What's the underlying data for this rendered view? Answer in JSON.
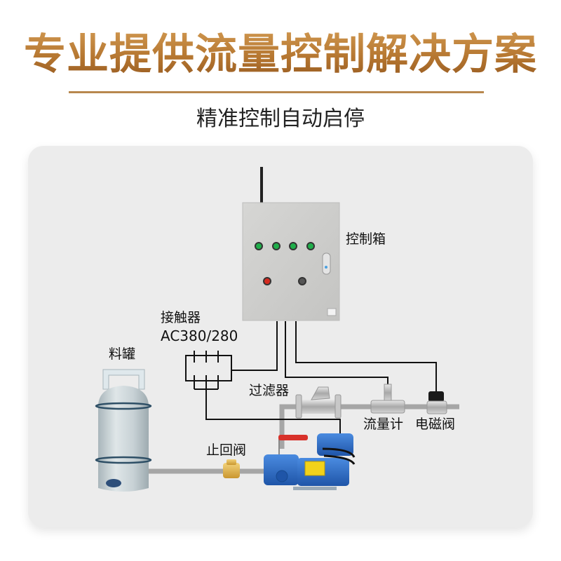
{
  "header": {
    "title": "专业提供流量控制解决方案",
    "subtitle": "精准控制自动启停"
  },
  "diagram": {
    "components": {
      "control_box": "控制箱",
      "contactor": "接触器",
      "contactor_spec": "AC380/280",
      "tank": "料罐",
      "filter": "过滤器",
      "flow_meter": "流量计",
      "solenoid_valve": "电磁阀",
      "check_valve": "止回阀"
    },
    "colors": {
      "title_gold": "#b0722f",
      "panel_bg": "#ececec",
      "pipe": "#a6a6a6",
      "wire": "#111111",
      "pump_blue": "#2f6fc4",
      "indicator_green": "#1fae4a",
      "indicator_red": "#d52a1f"
    }
  }
}
